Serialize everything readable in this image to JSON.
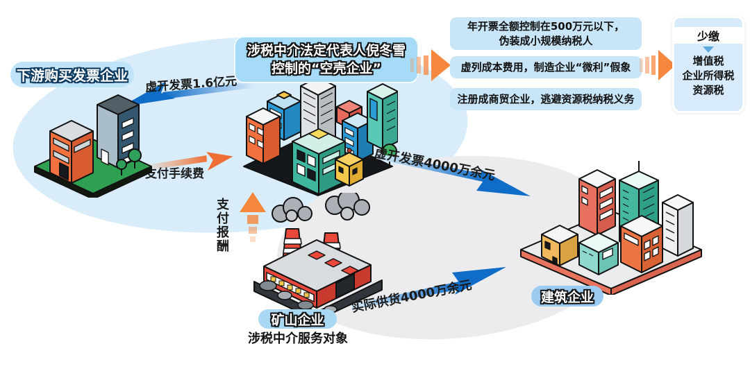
{
  "nodes": {
    "downstream": {
      "label": "下游购买发票企业"
    },
    "shell": {
      "label": "涉税中介法定代表人倪冬雪\n控制的“空壳企业”"
    },
    "mine": {
      "label": "矿山企业",
      "caption": "涉税中介服务对象"
    },
    "construction": {
      "label": "建筑企业"
    }
  },
  "flows": {
    "fake_invoice_to_downstream": {
      "label": "虚开发票1.6亿元"
    },
    "pay_commission": {
      "label": "支付手续费"
    },
    "pay_reward": {
      "label": "支\n付\n报\n酬"
    },
    "fake_invoice_to_construction": {
      "label": "虚开发票4000万余元"
    },
    "actual_supply": {
      "label": "实际供货4000万余元"
    }
  },
  "tactics": [
    {
      "text": "年开票全额控制在500万元以下，\n伪装成小规模纳税人"
    },
    {
      "text": "虚列成本费用，制造企业“微利”假象"
    },
    {
      "text": "注册成商贸企业，逃避资源税纳税义务"
    }
  ],
  "result": {
    "title": "少缴",
    "items": [
      "增值税",
      "企业所得税",
      "资源税"
    ]
  },
  "colors": {
    "accent_orange": "#F6873F",
    "accent_blue": "#0F6CC7",
    "bubble_blue": "#D8ECFA",
    "bubble_gray": "#ECECEE",
    "panel_blue": "#C9E6F8",
    "pill_blue": "#A8D8F4"
  }
}
